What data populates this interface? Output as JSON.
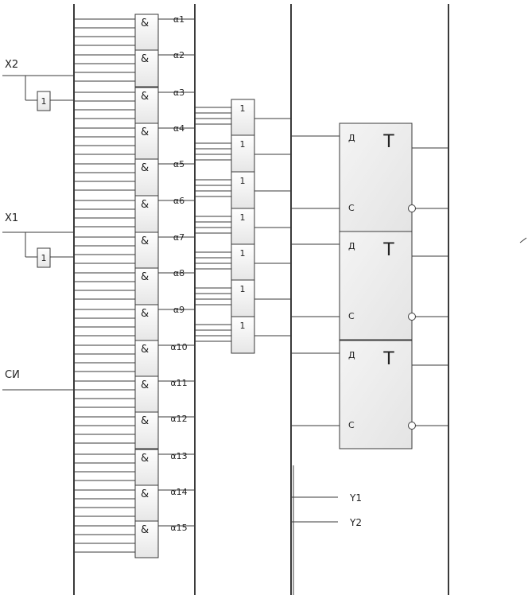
{
  "inputs": [
    "X2",
    "X1",
    "СИ"
  ],
  "not_gate_symbol": "1",
  "and_gate_symbol": "&",
  "or_gate_symbol": "1",
  "and_outputs": [
    "α1",
    "α2",
    "α3",
    "α4",
    "α5",
    "α6",
    "α7",
    "α8",
    "α9",
    "α10",
    "α11",
    "α12",
    "α13",
    "α14",
    "α15"
  ],
  "flipflop": {
    "title": "T",
    "d_label": "Д",
    "c_label": "С",
    "count": 3
  },
  "outputs": [
    "Y1",
    "Y2"
  ],
  "colors": {
    "line": "#3a3a3a",
    "gate_fill_top": "#ffffff",
    "gate_fill_bottom": "#e8e8e8"
  }
}
